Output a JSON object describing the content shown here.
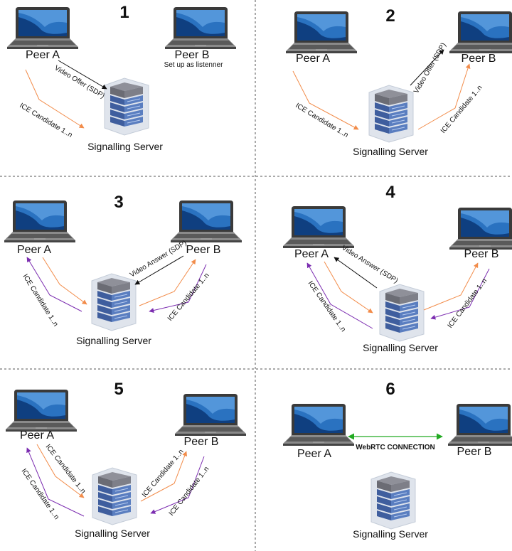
{
  "colors": {
    "ice_offer": "#f28c4a",
    "ice_answer": "#7b2cb0",
    "sdp": "#111111",
    "webrtc": "#22aa22",
    "laptop_screen": "#2a72c0",
    "server": "#5a7ec0"
  },
  "icons": {
    "laptop": "laptop-icon",
    "server": "server-icon"
  },
  "panels": [
    {
      "number": "1",
      "peer_a": "Peer A",
      "peer_b": "Peer B",
      "peer_b_note": "Set up as listenner",
      "server": "Signalling Server",
      "offer_sdp": "Video Offer (SDP)",
      "ice_a_to_server": "ICE Candidate 1..n"
    },
    {
      "number": "2",
      "peer_a": "Peer A",
      "peer_b": "Peer B",
      "server": "Signalling Server",
      "offer_sdp": "Video Offer (SDP)",
      "ice_a_to_server": "ICE Candidate 1..n",
      "ice_server_to_b": "ICE Candidate 1..n"
    },
    {
      "number": "3",
      "peer_a": "Peer A",
      "peer_b": "Peer B",
      "server": "Signalling Server",
      "answer_sdp": "Video Answer (SDP)",
      "ice_server_to_a": "ICE Candidate 1..n",
      "ice_b_to_server": "ICE Candidate 1..n"
    },
    {
      "number": "4",
      "peer_a": "Peer A",
      "peer_b": "Peer B",
      "server": "Signalling Server",
      "answer_sdp": "Video Answer (SDP)",
      "ice_server_to_a": "ICE Candidate 1..n",
      "ice_b_to_server": "ICE Candidate 1..n"
    },
    {
      "number": "5",
      "peer_a": "Peer A",
      "peer_b": "Peer B",
      "server": "Signalling Server",
      "ice_a_to_server": "ICE Candidate 1..n",
      "ice_server_to_a": "ICE Candidate 1..n",
      "ice_server_to_b": "ICE Candidate 1..n",
      "ice_b_to_server": "ICE Candidate 1..n"
    },
    {
      "number": "6",
      "peer_a": "Peer A",
      "peer_b": "Peer B",
      "server": "Signalling Server",
      "connection": "WebRTC CONNECTION"
    }
  ]
}
